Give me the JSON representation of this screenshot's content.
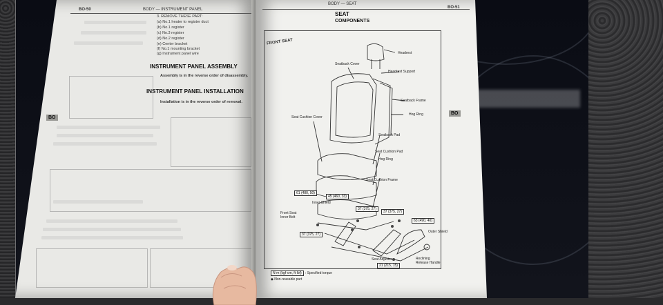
{
  "left_page": {
    "page_number": "BO-50",
    "header": "BODY — INSTRUMENT PANEL",
    "steps": [
      "3.  REMOVE THESE PART:",
      "(a)  No.1 heater to register duct",
      "(b)  No.1 register",
      "(c)  No.3 register",
      "(d)  No.2 register",
      "(e)  Center bracket",
      "(f)  No.1 mounting bracket",
      "(g)  Instrument panel wire"
    ],
    "section1_title": "INSTRUMENT PANEL ASSEMBLY",
    "section1_text": "Assembly is in the reverse order of disassembly.",
    "section2_title": "INSTRUMENT PANEL INSTALLATION",
    "section2_text": "Installation is in the reverse order of removal.",
    "tab": "BO"
  },
  "right_page": {
    "header": "BODY — SEAT",
    "page_number": "BO-51",
    "title": "SEAT",
    "subtitle": "COMPONENTS",
    "diagram_title": "FRONT SEAT",
    "tab": "BO",
    "parts": [
      "Headrest",
      "Seatback Cover",
      "Headrest Support",
      "Seatback Frame",
      "Hog Ring",
      "Seat Cushion Cover",
      "Seatback Pad",
      "Seat Cushion Pad",
      "Hog Ring",
      "Seat Cushion Frame",
      "Inner Shield",
      "Front Seat Inner Belt",
      "Outer Shield",
      "Seat Adjuster",
      "Reclining Release Handle"
    ],
    "torques": [
      "61 (480, 50)",
      "45 (460, 33)",
      "37 (375, 27)",
      "37 (375, 27)",
      "63 (490, 40)",
      "37 (375, 27)",
      "21 (215, 15)"
    ],
    "legend": [
      "N·m (kgf·cm, ft·lbf)",
      ": Specified torque",
      "◆ Non-reusable part"
    ]
  }
}
